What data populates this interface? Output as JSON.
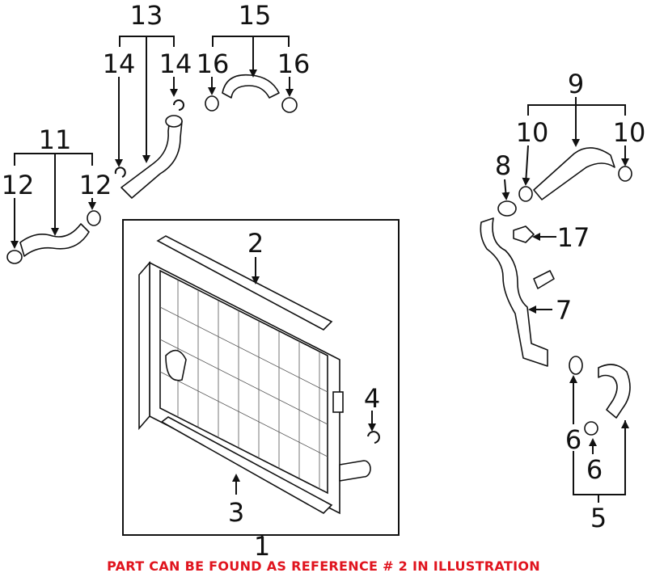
{
  "callouts": {
    "c1": "1",
    "c2": "2",
    "c3": "3",
    "c4": "4",
    "c5": "5",
    "c6a": "6",
    "c6b": "6",
    "c7": "7",
    "c8": "8",
    "c9": "9",
    "c10a": "10",
    "c10b": "10",
    "c11": "11",
    "c12a": "12",
    "c12b": "12",
    "c13": "13",
    "c14a": "14",
    "c14b": "14",
    "c15": "15",
    "c16a": "16",
    "c16b": "16",
    "c17": "17"
  },
  "note": "PART CAN BE FOUND AS REFERENCE # 2 IN ILLUSTRATION",
  "colors": {
    "note": "#e0141e",
    "lines": "#111111"
  }
}
